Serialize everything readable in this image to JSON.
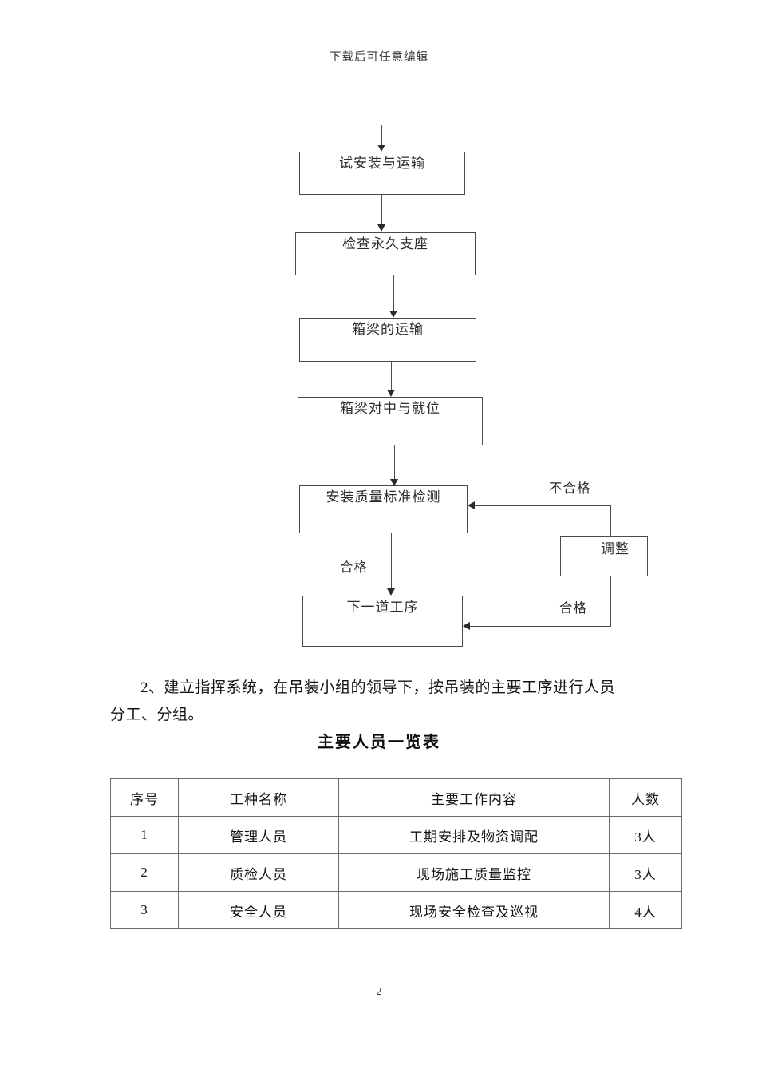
{
  "header": {
    "watermark_text": "下载后可任意编辑"
  },
  "flowchart": {
    "nodes": [
      {
        "id": "trial-install",
        "label": "试安装与运输"
      },
      {
        "id": "check-bearing",
        "label": "检查永久支座"
      },
      {
        "id": "beam-transport",
        "label": "箱梁的运输"
      },
      {
        "id": "beam-align",
        "label": "箱梁对中与就位"
      },
      {
        "id": "quality-check",
        "label": "安装质量标准检测"
      },
      {
        "id": "adjust",
        "label": "调整"
      },
      {
        "id": "next-process",
        "label": "下一道工序"
      }
    ],
    "edge_labels": {
      "fail": "不合格",
      "pass_main": "合格",
      "pass_loop": "合格"
    }
  },
  "body": {
    "paragraph_line1": "2、建立指挥系统，在吊装小组的领导下，按吊装的主要工序进行人员",
    "paragraph_line2": "分工、分组。",
    "table_caption": "主要人员一览表"
  },
  "table": {
    "headers": [
      "序号",
      "工种名称",
      "主要工作内容",
      "人数"
    ],
    "rows": [
      {
        "no": "1",
        "job": "管理人员",
        "work": "工期安排及物资调配",
        "count": "3人"
      },
      {
        "no": "2",
        "job": "质检人员",
        "work": "现场施工质量监控",
        "count": "3人"
      },
      {
        "no": "3",
        "job": "安全人员",
        "work": "现场安全检查及巡视",
        "count": "4人"
      }
    ]
  },
  "footer": {
    "page_number": "2"
  }
}
